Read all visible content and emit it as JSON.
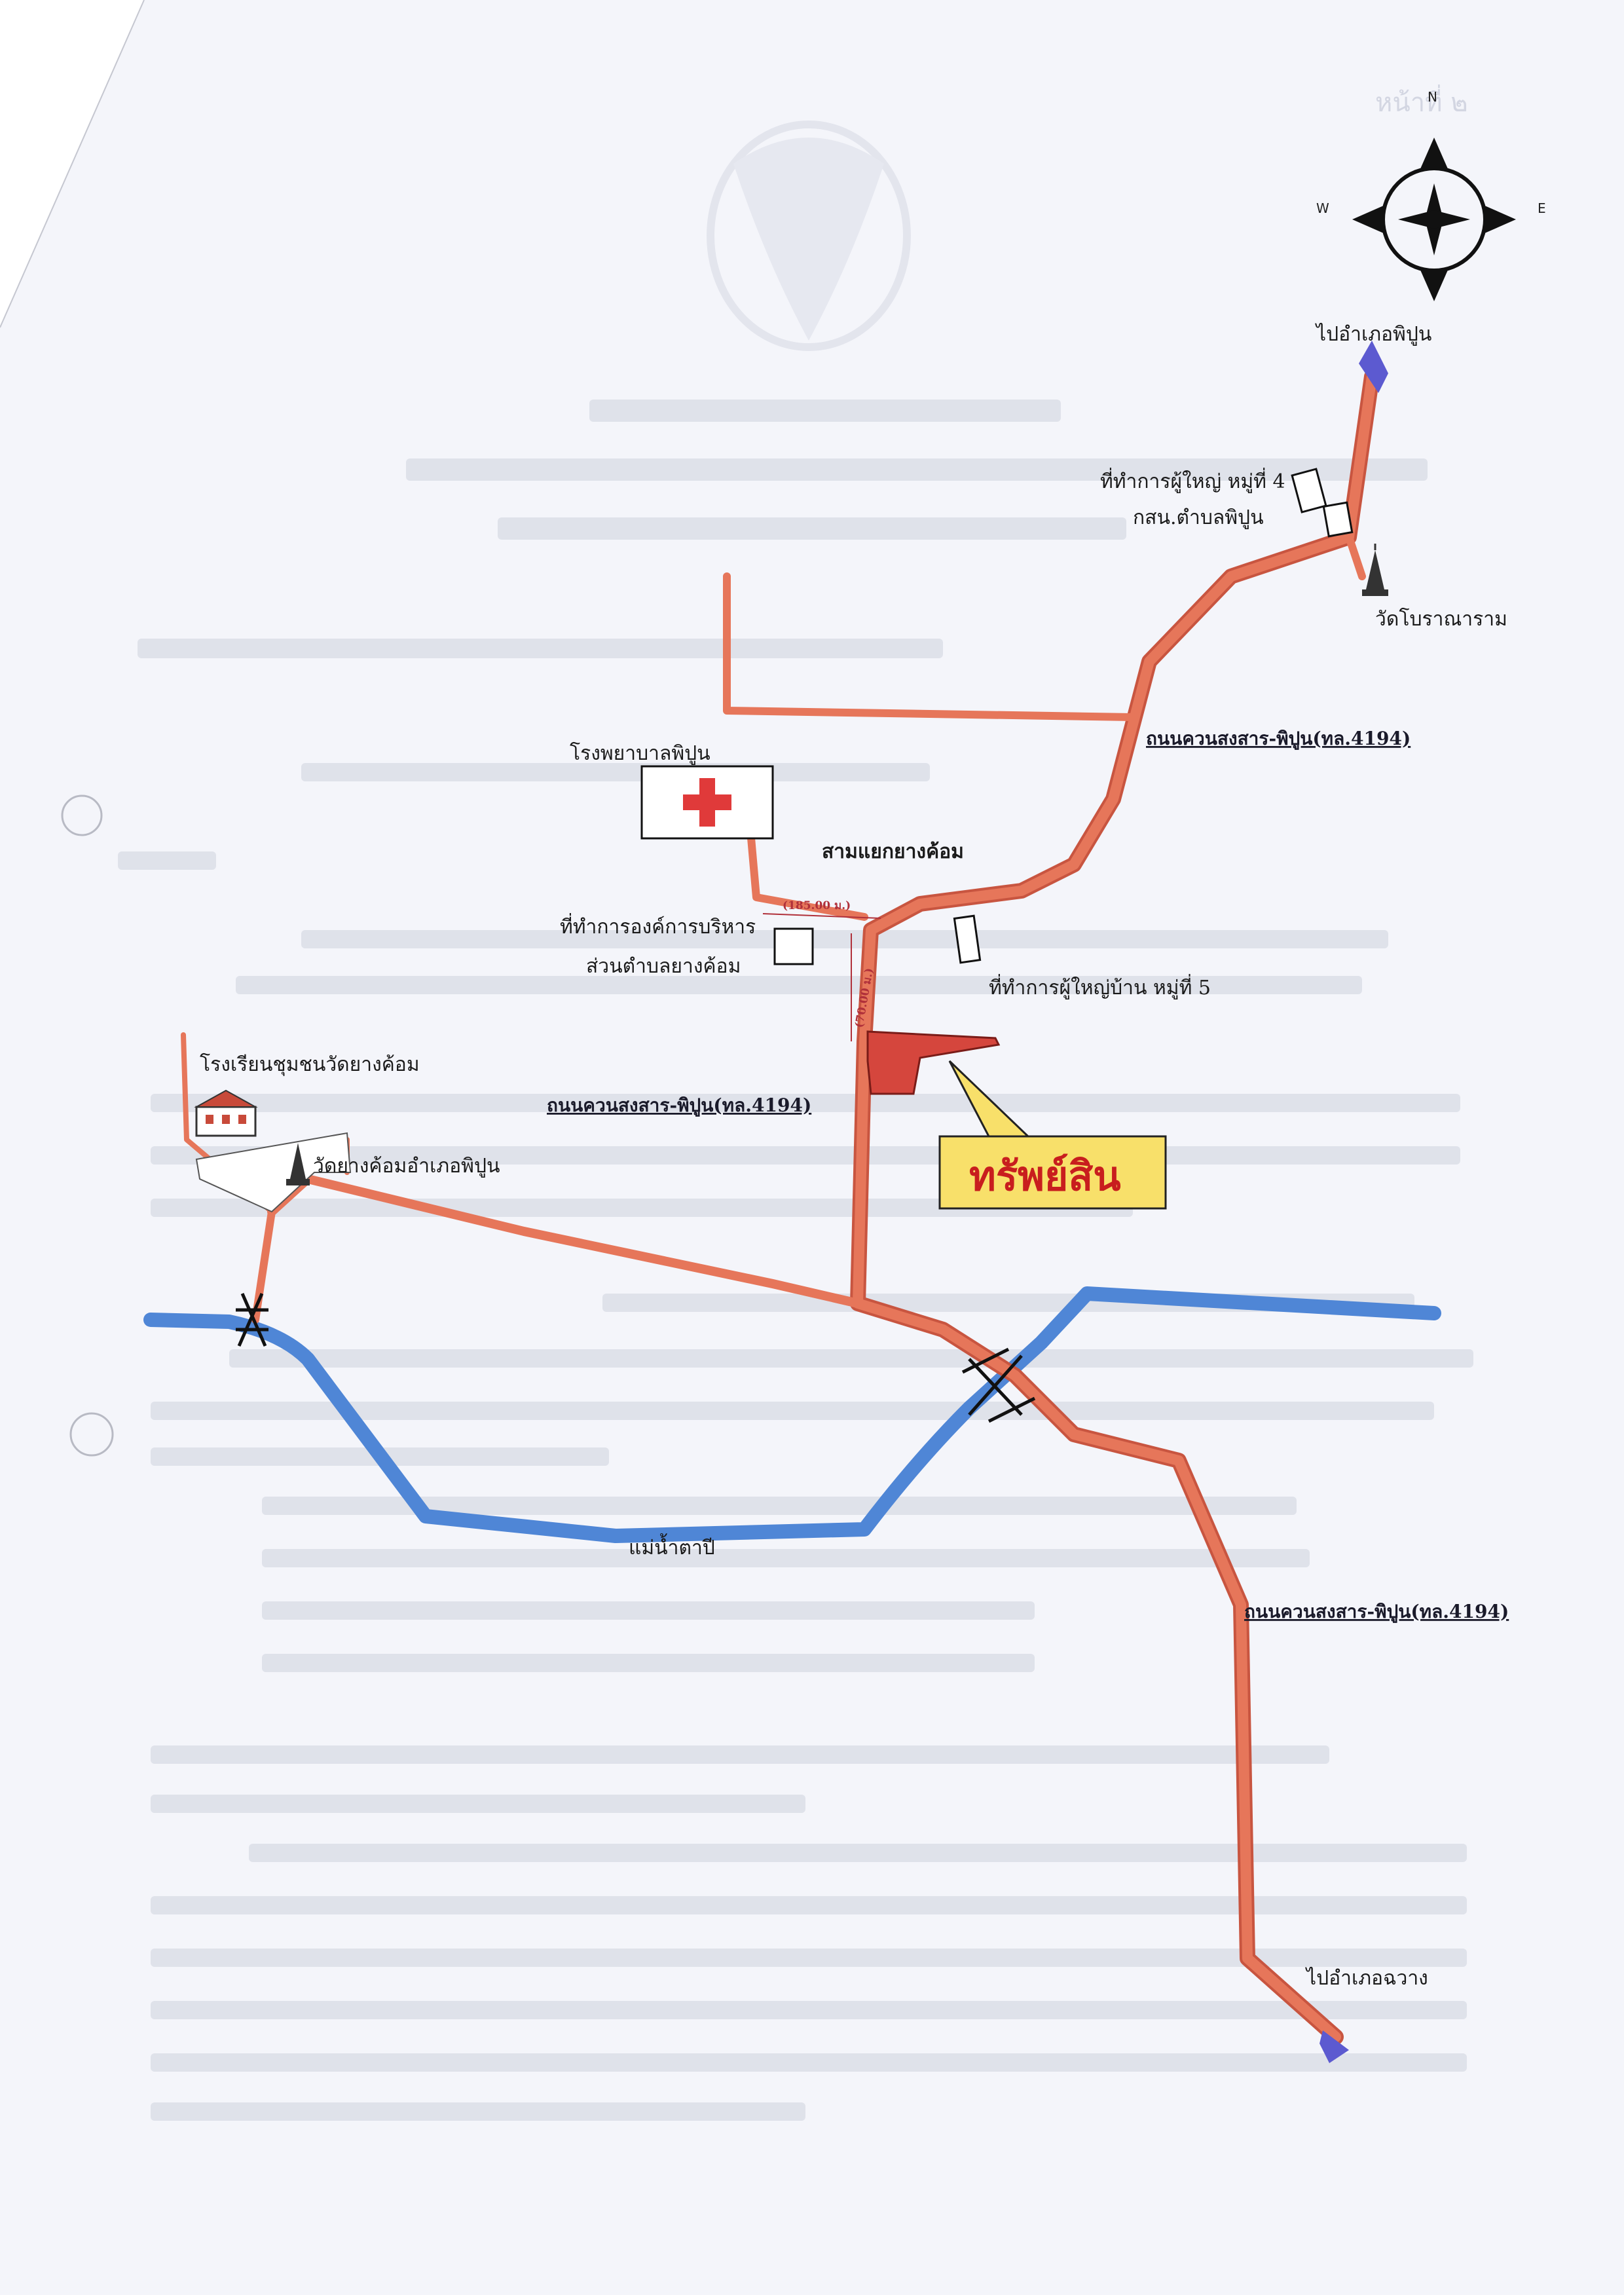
{
  "compass": {
    "n": "N",
    "w": "W",
    "e": "E"
  },
  "labels": {
    "to_phipun": "ไปอำเภอพิปูน",
    "village4_office": "ที่ทำการผู้ใหญ่ หมู่ที่ 4",
    "police_phipun": "กสน.ตำบลพิปูน",
    "wat_boran": "วัดโบราณาราม",
    "road_top": "ถนนควนสงสาร-พิปูน(ทล.4194)",
    "hospital": "โรงพยาบาลพิปูน",
    "junction": "สามแยกยางค้อม",
    "tao_office_1": "ที่ทำการองค์การบริหาร",
    "tao_office_2": "ส่วนตำบลยางค้อม",
    "village5_office": "ที่ทำการผู้ใหญ่บ้าน หมู่ที่ 5",
    "distance_185": "(185.00 ม.)",
    "distance_70": "(70.00 ม.)",
    "school": "โรงเรียนชุมชนวัดยางค้อม",
    "road_mid": "ถนนควนสงสาร-พิปูน(ทล.4194)",
    "wat_yangkhom": "วัดยางค้อมอำเภอพิปูน",
    "asset": "ทรัพย์สิน",
    "river": "แม่น้ำตาปี",
    "road_bottom": "ถนนควนสงสาร-พิปูน(ทล.4194)",
    "to_chawang": "ไปอำเภอฉวาง",
    "page_no": "หน้าที่ ๒"
  },
  "colors": {
    "road": "#e6765a",
    "road_edge": "#c85540",
    "river": "#4f86d6",
    "asset_fill": "#d5463d",
    "callout_fill": "#f8e06a",
    "hospital_cross": "#e03a3a",
    "arrow_head": "#5c5ad0"
  },
  "icons": [
    "compass-rose-icon",
    "red-cross-icon",
    "temple-icon",
    "school-icon",
    "bridge-icon",
    "arrow-icon"
  ]
}
